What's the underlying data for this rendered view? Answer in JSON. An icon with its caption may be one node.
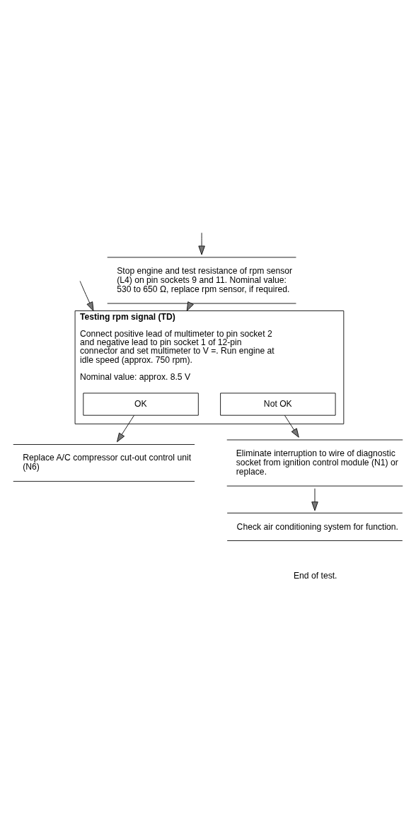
{
  "diagram": {
    "nodes": [
      {
        "text": [
          "Stop engine and test resistance of rpm sensor (L4) on pin sockets 9 and 11. Nominal value: 530 to 650 Ω, replace rpm sensor, if required."
        ]
      },
      {
        "text": [
          "Testing rpm signal (TD)",
          "Connect positive lead of multimeter to pin socket 2 and negative lead to pin socket 1 of 12-pin connector and set multimeter to V =. Run engine at idle speed (approx. 750 rpm).",
          "Nominal value: approx. 8.5 V"
        ]
      },
      {
        "text": [
          "OK"
        ],
        "in": 1
      },
      {
        "text": [
          "Not OK"
        ],
        "in": 1
      },
      {
        "text": [
          "Eliminate interruption to wire of diagnostic socket from ignition control module (N1) or replace."
        ]
      },
      {
        "text": [
          "Replace A/C compressor cut-out control unit (N6)"
        ]
      },
      {
        "text": [
          "Check air conditioning system for function."
        ]
      }
    ],
    "edges": [
      {
        "from": null,
        "to": 1,
        "arrow": "to"
      },
      {
        "from": null,
        "to": 0,
        "arrow": "to"
      },
      {
        "from": 0,
        "to": 1,
        "arrow": "to"
      },
      {
        "from": 2,
        "to": 5,
        "arrow": "to"
      },
      {
        "from": 3,
        "to": 4,
        "arrow": "to"
      },
      {
        "from": 4,
        "to": 6,
        "arrow": "to"
      }
    ],
    "labels": [
      "End of test."
    ]
  }
}
